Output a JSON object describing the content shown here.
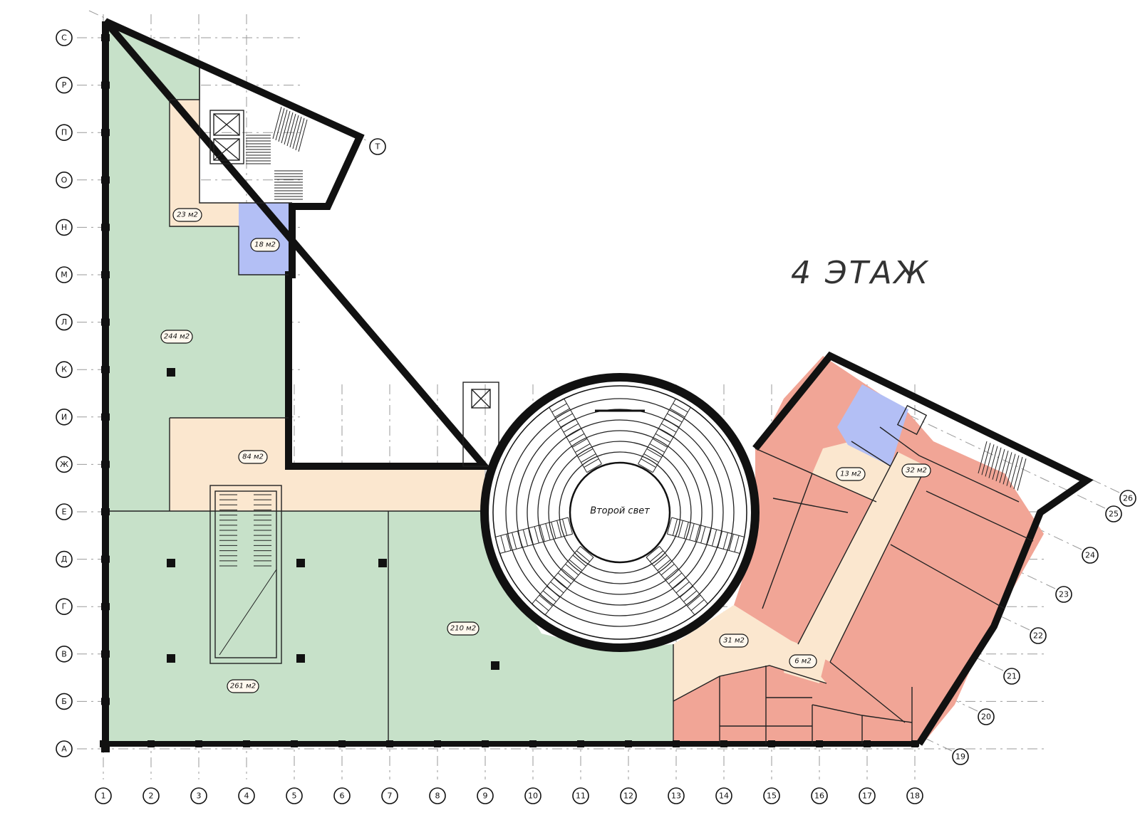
{
  "floor_title": "4 ЭТАЖ",
  "center_label": "Второй свет",
  "colors": {
    "office_green": "#c7e1c9",
    "circulation_beige": "#fbe7cf",
    "tech_blue": "#b3bff5",
    "tenant_red": "#f1a596",
    "wall": "#111111"
  },
  "rows": [
    "С",
    "Р",
    "П",
    "О",
    "Н",
    "М",
    "Л",
    "К",
    "И",
    "Ж",
    "Е",
    "Д",
    "Г",
    "В",
    "Б",
    "А"
  ],
  "cols": [
    "1",
    "2",
    "3",
    "4",
    "5",
    "6",
    "7",
    "8",
    "9",
    "10",
    "11",
    "12",
    "13",
    "14",
    "15",
    "16",
    "17",
    "18"
  ],
  "diag_axes": [
    "19",
    "20",
    "21",
    "22",
    "23",
    "24",
    "25",
    "26"
  ],
  "extra_axis": "Т",
  "areas": {
    "a23": "23 м2",
    "a18": "18 м2",
    "a244": "244 м2",
    "a84": "84 м2",
    "a261": "261 м2",
    "a210": "210 м2",
    "a31": "31 м2",
    "a6": "6 м2",
    "a13": "13 м2",
    "a32": "32 м2"
  }
}
